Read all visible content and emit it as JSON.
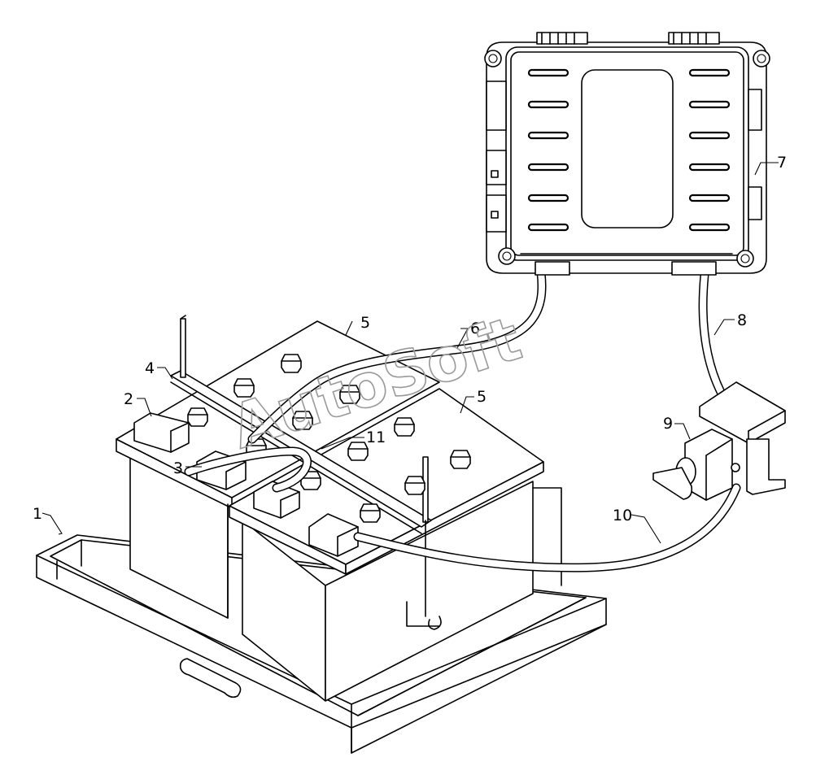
{
  "watermark": "AutoSoft",
  "callouts": {
    "c1": "1",
    "c2": "2",
    "c3": "3",
    "c4": "4",
    "c5a": "5",
    "c5b": "5",
    "c6": "6",
    "c7": "7",
    "c8": "8",
    "c9": "9",
    "c10": "10",
    "c11": "11"
  }
}
